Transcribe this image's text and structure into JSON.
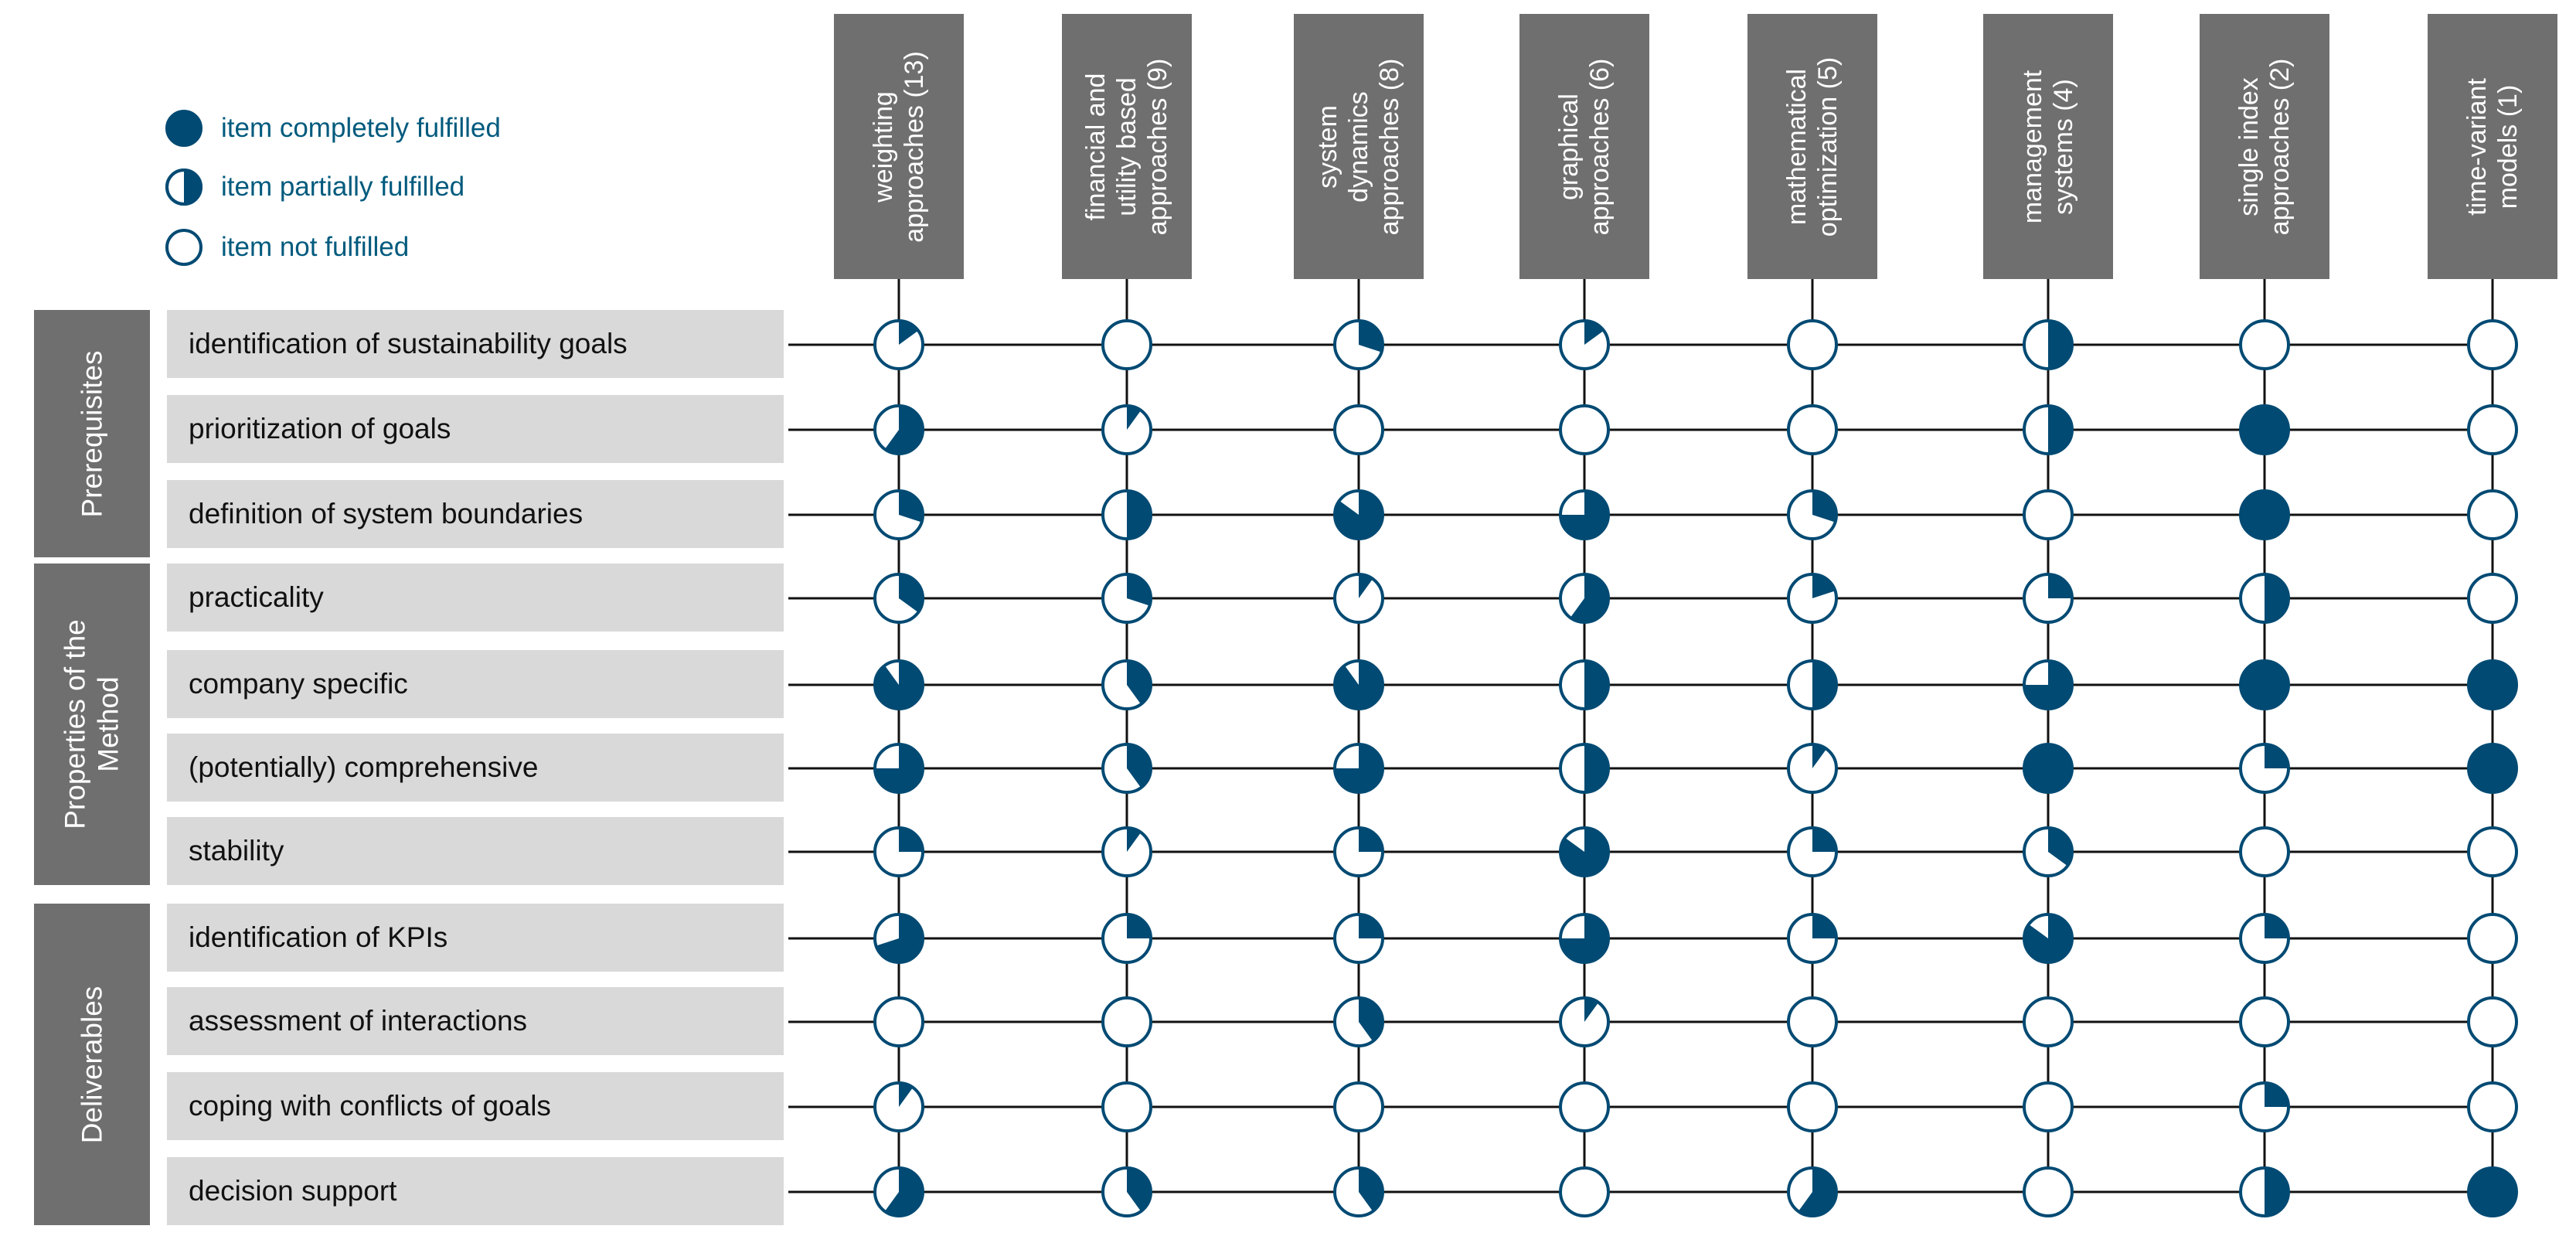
{
  "legend": {
    "full": "item completely fulfilled",
    "partial": "item partially fulfilled",
    "none": "item not fulfilled"
  },
  "columns": [
    "weighting\napproaches (13)",
    "financial and\nutility based\napproaches (9)",
    "system\ndynamics\napproaches (8)",
    "graphical\napproaches (6)",
    "mathematical\noptimization (5)",
    "management\nsystems (4)",
    "single index\napproaches (2)",
    "time-variant\nmodels (1)"
  ],
  "groups": [
    {
      "label": "Prerequisites",
      "rows": 3
    },
    {
      "label": "Properties of the\nMethod",
      "rows": 4
    },
    {
      "label": "Deliverables",
      "rows": 4
    }
  ],
  "rows": [
    "identification of sustainability goals",
    "prioritization of goals",
    "definition of system boundaries",
    "practicality",
    "company specific",
    "(potentially) comprehensive",
    "stability",
    "identification of KPIs",
    "assessment of interactions",
    "coping with conflicts of goals",
    "decision support"
  ],
  "fulfillment": [
    [
      0.15,
      0.0,
      0.3,
      0.15,
      0.0,
      0.5,
      0.0,
      0.0
    ],
    [
      0.6,
      0.1,
      0.0,
      0.0,
      0.0,
      0.5,
      1.0,
      0.0
    ],
    [
      0.3,
      0.5,
      0.85,
      0.75,
      0.3,
      0.0,
      1.0,
      0.0
    ],
    [
      0.35,
      0.3,
      0.1,
      0.6,
      0.2,
      0.25,
      0.5,
      0.0
    ],
    [
      0.9,
      0.4,
      0.9,
      0.5,
      0.5,
      0.75,
      1.0,
      1.0
    ],
    [
      0.75,
      0.4,
      0.75,
      0.5,
      0.1,
      1.0,
      0.25,
      1.0
    ],
    [
      0.25,
      0.1,
      0.25,
      0.85,
      0.25,
      0.35,
      0.0,
      0.0
    ],
    [
      0.7,
      0.25,
      0.25,
      0.75,
      0.25,
      0.85,
      0.25,
      0.0
    ],
    [
      0.0,
      0.0,
      0.4,
      0.1,
      0.0,
      0.0,
      0.0,
      0.0
    ],
    [
      0.1,
      0.0,
      0.0,
      0.0,
      0.0,
      0.0,
      0.25,
      0.0
    ],
    [
      0.6,
      0.4,
      0.4,
      0.0,
      0.6,
      0.0,
      0.5,
      1.0
    ]
  ],
  "colors": {
    "accent": "#004a73",
    "ring": "#004a73",
    "header_bg": "#6f6f6f",
    "row_bg": "#d9d9d9",
    "line": "#111111",
    "legend_text": "#005a7d"
  }
}
